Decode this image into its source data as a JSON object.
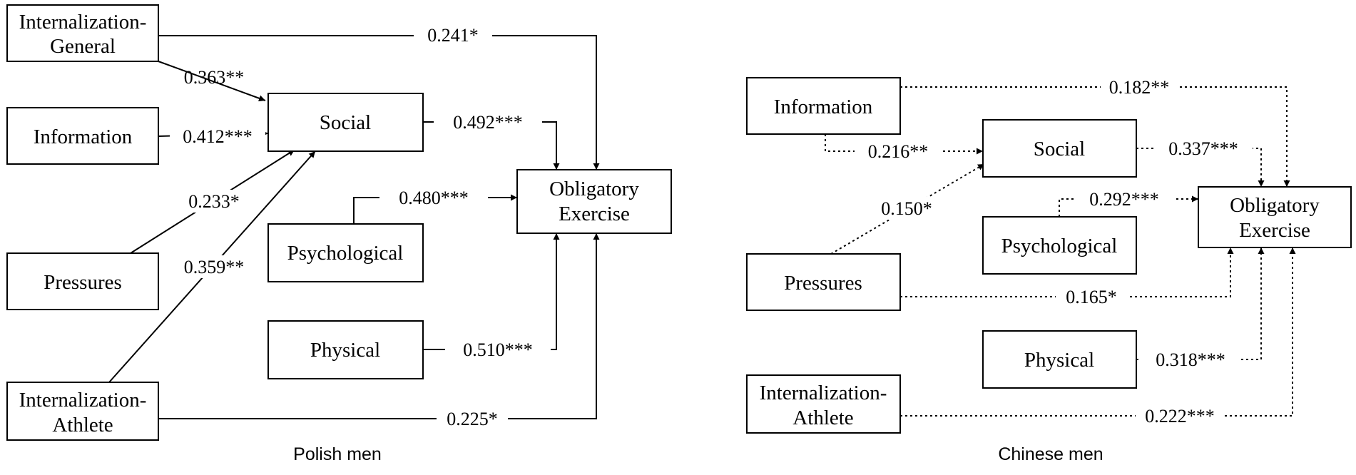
{
  "panels": [
    {
      "caption": "Polish men",
      "line_style": "solid",
      "nodes": [
        {
          "id": "ig",
          "lines": [
            "Internalization-",
            "General"
          ]
        },
        {
          "id": "info",
          "lines": [
            "Information"
          ]
        },
        {
          "id": "press",
          "lines": [
            "Pressures"
          ]
        },
        {
          "id": "ia",
          "lines": [
            "Internalization-",
            "Athlete"
          ]
        },
        {
          "id": "social",
          "lines": [
            "Social"
          ]
        },
        {
          "id": "psych",
          "lines": [
            "Psychological"
          ]
        },
        {
          "id": "phys",
          "lines": [
            "Physical"
          ]
        },
        {
          "id": "oe",
          "lines": [
            "Obligatory",
            "Exercise"
          ]
        }
      ],
      "edges": [
        {
          "from": "ig",
          "to": "oe",
          "coef": "0.241*"
        },
        {
          "from": "ig",
          "to": "social",
          "coef": "0.363**"
        },
        {
          "from": "info",
          "to": "social",
          "coef": "0.412***"
        },
        {
          "from": "press",
          "to": "social",
          "coef": "0.233*"
        },
        {
          "from": "ia",
          "to": "social",
          "coef": "0.359**"
        },
        {
          "from": "social",
          "to": "oe",
          "coef": "0.492***"
        },
        {
          "from": "psych",
          "to": "oe",
          "coef": "0.480***"
        },
        {
          "from": "phys",
          "to": "oe",
          "coef": "0.510***"
        },
        {
          "from": "ia",
          "to": "oe",
          "coef": "0.225*"
        }
      ]
    },
    {
      "caption": "Chinese men",
      "line_style": "dotted",
      "nodes": [
        {
          "id": "info",
          "lines": [
            "Information"
          ]
        },
        {
          "id": "press",
          "lines": [
            "Pressures"
          ]
        },
        {
          "id": "ia",
          "lines": [
            "Internalization-",
            "Athlete"
          ]
        },
        {
          "id": "social",
          "lines": [
            "Social"
          ]
        },
        {
          "id": "psych",
          "lines": [
            "Psychological"
          ]
        },
        {
          "id": "phys",
          "lines": [
            "Physical"
          ]
        },
        {
          "id": "oe",
          "lines": [
            "Obligatory",
            "Exercise"
          ]
        }
      ],
      "edges": [
        {
          "from": "info",
          "to": "oe",
          "coef": "0.182**"
        },
        {
          "from": "info",
          "to": "social",
          "coef": "0.216**"
        },
        {
          "from": "press",
          "to": "social",
          "coef": "0.150*"
        },
        {
          "from": "social",
          "to": "oe",
          "coef": "0.337***"
        },
        {
          "from": "psych",
          "to": "oe",
          "coef": "0.292***"
        },
        {
          "from": "press",
          "to": "oe",
          "coef": "0.165*"
        },
        {
          "from": "phys",
          "to": "oe",
          "coef": "0.318***"
        },
        {
          "from": "ia",
          "to": "oe",
          "coef": "0.222***"
        }
      ]
    }
  ]
}
